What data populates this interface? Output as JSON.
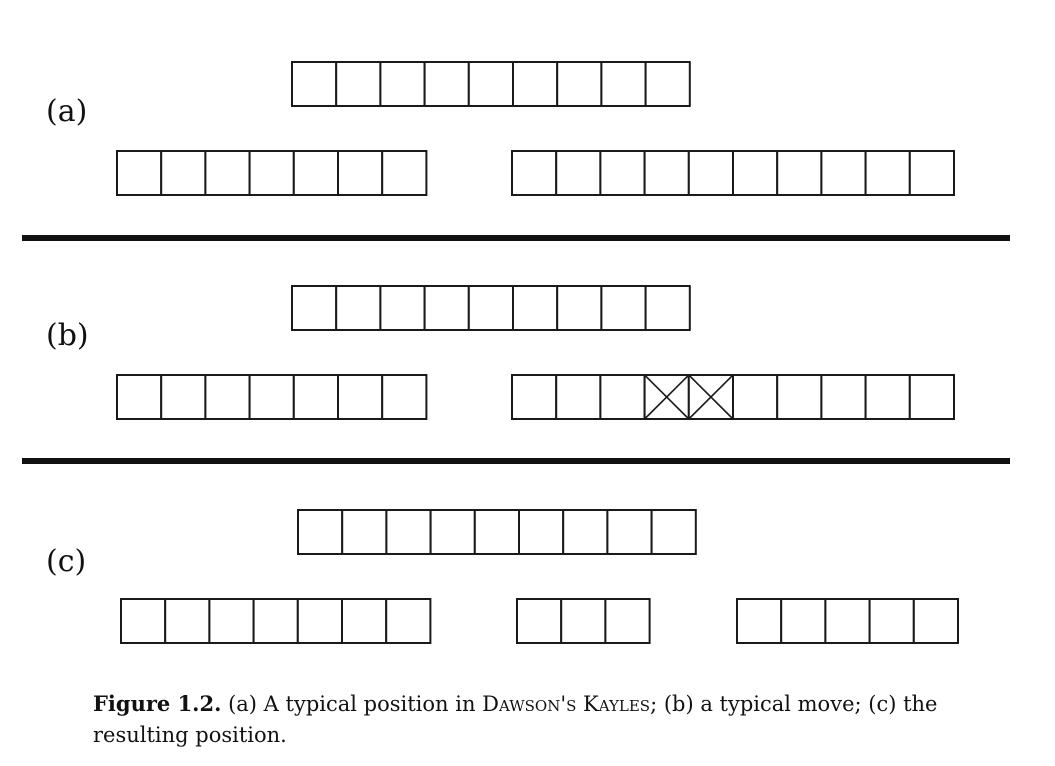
{
  "panels": [
    {
      "label": "(a)",
      "rows": [
        {
          "groups": [
            {
              "cells": 9
            }
          ]
        },
        {
          "groups": [
            {
              "cells": 7
            },
            {
              "cells": 10
            }
          ]
        }
      ]
    },
    {
      "label": "(b)",
      "rows": [
        {
          "groups": [
            {
              "cells": 9
            }
          ]
        },
        {
          "groups": [
            {
              "cells": 7
            },
            {
              "cells": 10,
              "crossed": [
                3,
                4
              ]
            }
          ]
        }
      ]
    },
    {
      "label": "(c)",
      "rows": [
        {
          "groups": [
            {
              "cells": 9
            }
          ]
        },
        {
          "groups": [
            {
              "cells": 7
            },
            {
              "cells": 3
            },
            {
              "cells": 5
            }
          ]
        }
      ]
    }
  ],
  "caption": {
    "figure_number": "Figure 1.2.",
    "text_1": " (a) A typical position in ",
    "game_name": "Dawson's Kayles",
    "text_2": "; (b) a typical move; (c) the resulting position."
  }
}
